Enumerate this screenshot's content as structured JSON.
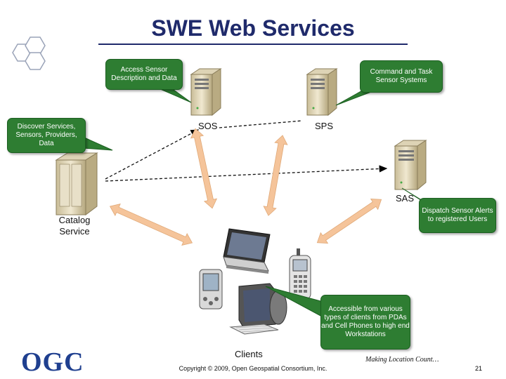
{
  "title": "SWE Web Services",
  "nodes": {
    "sos": "SOS",
    "sps": "SPS",
    "sas": "SAS",
    "catalog": "Catalog\nService",
    "clients": "Clients"
  },
  "callouts": {
    "sos": "Access Sensor Description and Data",
    "sps": "Command and Task Sensor Systems",
    "catalog": "Discover Services, Sensors, Providers, Data",
    "sas": "Dispatch Sensor Alerts to registered Users",
    "clients": "Accessible from various types of clients from PDAs and Cell Phones to high end Workstations"
  },
  "footer": {
    "logo": "OGC",
    "tagline": "Making Location Count…",
    "copyright": "Copyright © 2009, Open Geospatial Consortium, Inc.",
    "page": "21"
  },
  "colors": {
    "title": "#1f2a6b",
    "callout": "#2e7d32",
    "arrow": "#f5c49a",
    "server": "#e6dcc0"
  },
  "icons": [
    "hexagon-cluster-icon",
    "server-icon",
    "laptop-icon",
    "pda-icon",
    "cell-phone-icon",
    "workstation-icon"
  ]
}
